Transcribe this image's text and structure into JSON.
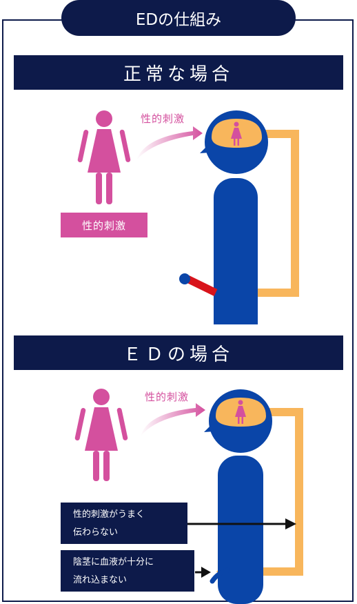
{
  "title": "EDの仕組み",
  "sections": [
    {
      "heading": "正常な場合",
      "arrow_label": "性的刺激",
      "box_label": "性的刺激"
    },
    {
      "heading": "ＥＤの場合",
      "arrow_label": "性的刺激",
      "notes": [
        {
          "line1": "性的刺激がうまく",
          "line2": "伝わらない"
        },
        {
          "line1": "陰茎に血液が十分に",
          "line2": "流れ込まない"
        }
      ]
    }
  ],
  "colors": {
    "navy": "#0d1a4a",
    "blue": "#0a45a8",
    "pink": "#d4509e",
    "orange": "#f8b65c",
    "red": "#d8141b"
  }
}
